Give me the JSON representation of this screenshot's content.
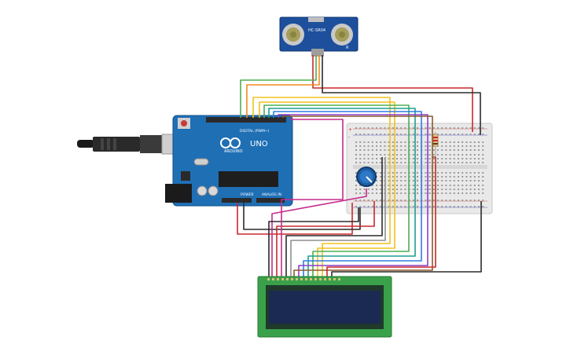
{
  "canvas": {
    "background": "#ffffff"
  },
  "sensor": {
    "model": "HC-SR04",
    "pin_mark": "R"
  },
  "arduino": {
    "brand": "ARDUINO",
    "model": "UNO",
    "header_digital": "DIGITAL (PWM~)",
    "header_power": "POWER",
    "header_analog": "ANALOG IN",
    "board_color": "#1f6fb5"
  },
  "breadboard": {
    "rail_plus": "+",
    "rail_minus": "-"
  },
  "lcd": {
    "board_color": "#3aa14a",
    "screen_color": "#1b2a52",
    "rows": 2,
    "cols": 16
  },
  "colors": {
    "wire_red": "#c8282d",
    "wire_black": "#2b2b2b",
    "wire_yellow": "#f2c21b",
    "wire_orange": "#f08a1d",
    "wire_green": "#4caf50",
    "wire_teal": "#1e9e8f",
    "wire_blue": "#2f7de1",
    "wire_purple": "#8b3fc7",
    "wire_magenta": "#c62a8c",
    "wire_brown": "#8a5a2b",
    "wire_gray": "#8f8f8f"
  }
}
